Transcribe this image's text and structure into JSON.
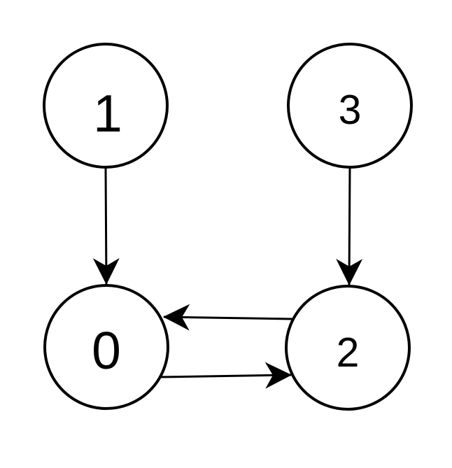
{
  "diagram": {
    "type": "directed-graph",
    "background_color": "#ffffff",
    "stroke_color": "#000000",
    "nodes": [
      {
        "id": "1",
        "label": "1",
        "position": "top-left"
      },
      {
        "id": "3",
        "label": "3",
        "position": "top-right"
      },
      {
        "id": "0",
        "label": "0",
        "position": "bottom-left"
      },
      {
        "id": "2",
        "label": "2",
        "position": "bottom-right"
      }
    ],
    "edges": [
      {
        "from": "1",
        "to": "0",
        "direction": "down"
      },
      {
        "from": "3",
        "to": "2",
        "direction": "down"
      },
      {
        "from": "2",
        "to": "0",
        "direction": "left"
      },
      {
        "from": "0",
        "to": "2",
        "direction": "right"
      }
    ]
  }
}
